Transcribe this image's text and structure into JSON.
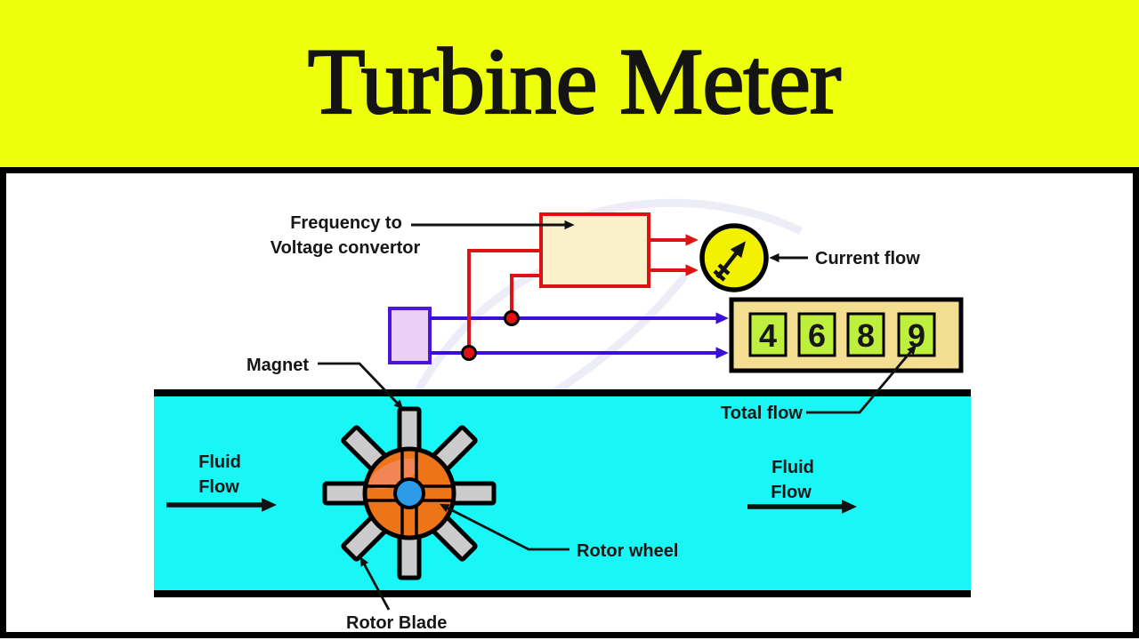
{
  "header": {
    "title": "Turbine Meter"
  },
  "labels": {
    "frequency_converter_line1": "Frequency to",
    "frequency_converter_line2": "Voltage convertor",
    "current_flow": "Current flow",
    "total_flow": "Total flow",
    "magnet": "Magnet",
    "rotor_wheel": "Rotor wheel",
    "rotor_blade": "Rotor Blade",
    "fluid_left_line1": "Fluid",
    "fluid_left_line2": "Flow",
    "fluid_right_line1": "Fluid",
    "fluid_right_line2": "Flow"
  },
  "totalizer": {
    "digits": [
      "4",
      "6",
      "8",
      "9"
    ]
  },
  "colors": {
    "banner_yellow": "#EEFF0B",
    "pipe_cyan": "#18F6F6",
    "rotor_orange": "#EE7418",
    "shaft_blue": "#2E9BE8",
    "blade_gray": "#CBCBCB",
    "converter_cream": "#FAF0CA",
    "wire_red": "#DE1212",
    "wire_blue": "#3A10D9",
    "coil_purple_fill": "#EBCFF7",
    "coil_purple_border": "#4A16DB",
    "display_tan": "#F3DE92",
    "digit_green": "#BFEF3D",
    "meter_yellow": "#F2F200"
  }
}
